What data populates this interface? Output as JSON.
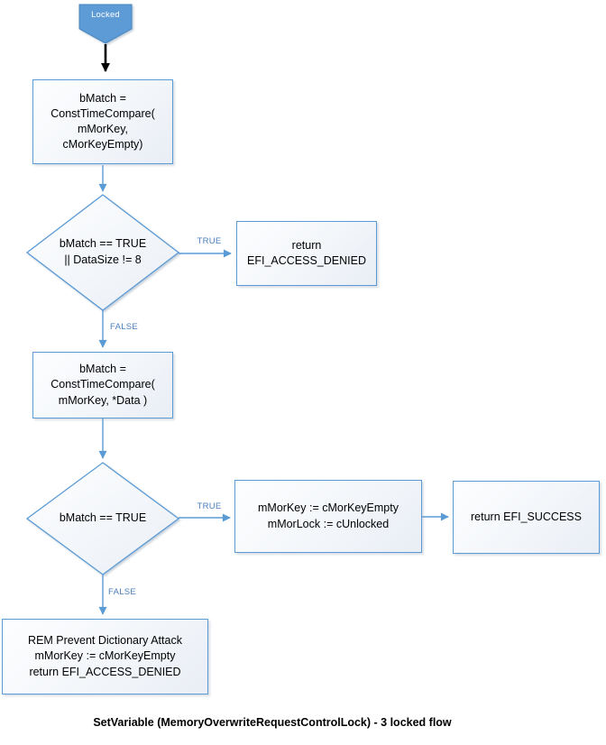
{
  "diagram": {
    "caption": "SetVariable (MemoryOverwriteRequestControlLock) - 3 locked flow",
    "colors": {
      "shape_border": "#5b9bd5",
      "shape_fill_top": "#fdfeff",
      "shape_fill_bottom": "#e9eef5",
      "connector": "#5b9bd5",
      "start_terminator_fill": "#5b9bd5",
      "edge_label_text": "#4a7ebb",
      "start_arrow": "#000000"
    },
    "start": {
      "label": "Locked"
    },
    "nodes": {
      "compare_empty": {
        "lines": [
          "bMatch =",
          "ConstTimeCompare(",
          "mMorKey,",
          "cMorKeyEmpty)"
        ]
      },
      "decision_empty_or_size": {
        "lines": [
          "bMatch == TRUE",
          "|| DataSize != 8"
        ]
      },
      "access_denied_top": {
        "lines": [
          "return",
          "EFI_ACCESS_DENIED"
        ]
      },
      "compare_data": {
        "lines": [
          "bMatch =",
          "ConstTimeCompare(",
          "mMorKey, *Data )"
        ]
      },
      "decision_match": {
        "lines": [
          "bMatch == TRUE"
        ]
      },
      "unlock": {
        "lines": [
          "mMorKey := cMorKeyEmpty",
          "mMorLock := cUnlocked"
        ]
      },
      "success": {
        "lines": [
          "return EFI_SUCCESS"
        ]
      },
      "dictionary_attack": {
        "lines": [
          "REM Prevent Dictionary Attack",
          "mMorKey := cMorKeyEmpty",
          "return EFI_ACCESS_DENIED"
        ]
      }
    },
    "edge_labels": {
      "true1": "TRUE",
      "false1": "FALSE",
      "true2": "TRUE",
      "false2": "FALSE"
    }
  }
}
